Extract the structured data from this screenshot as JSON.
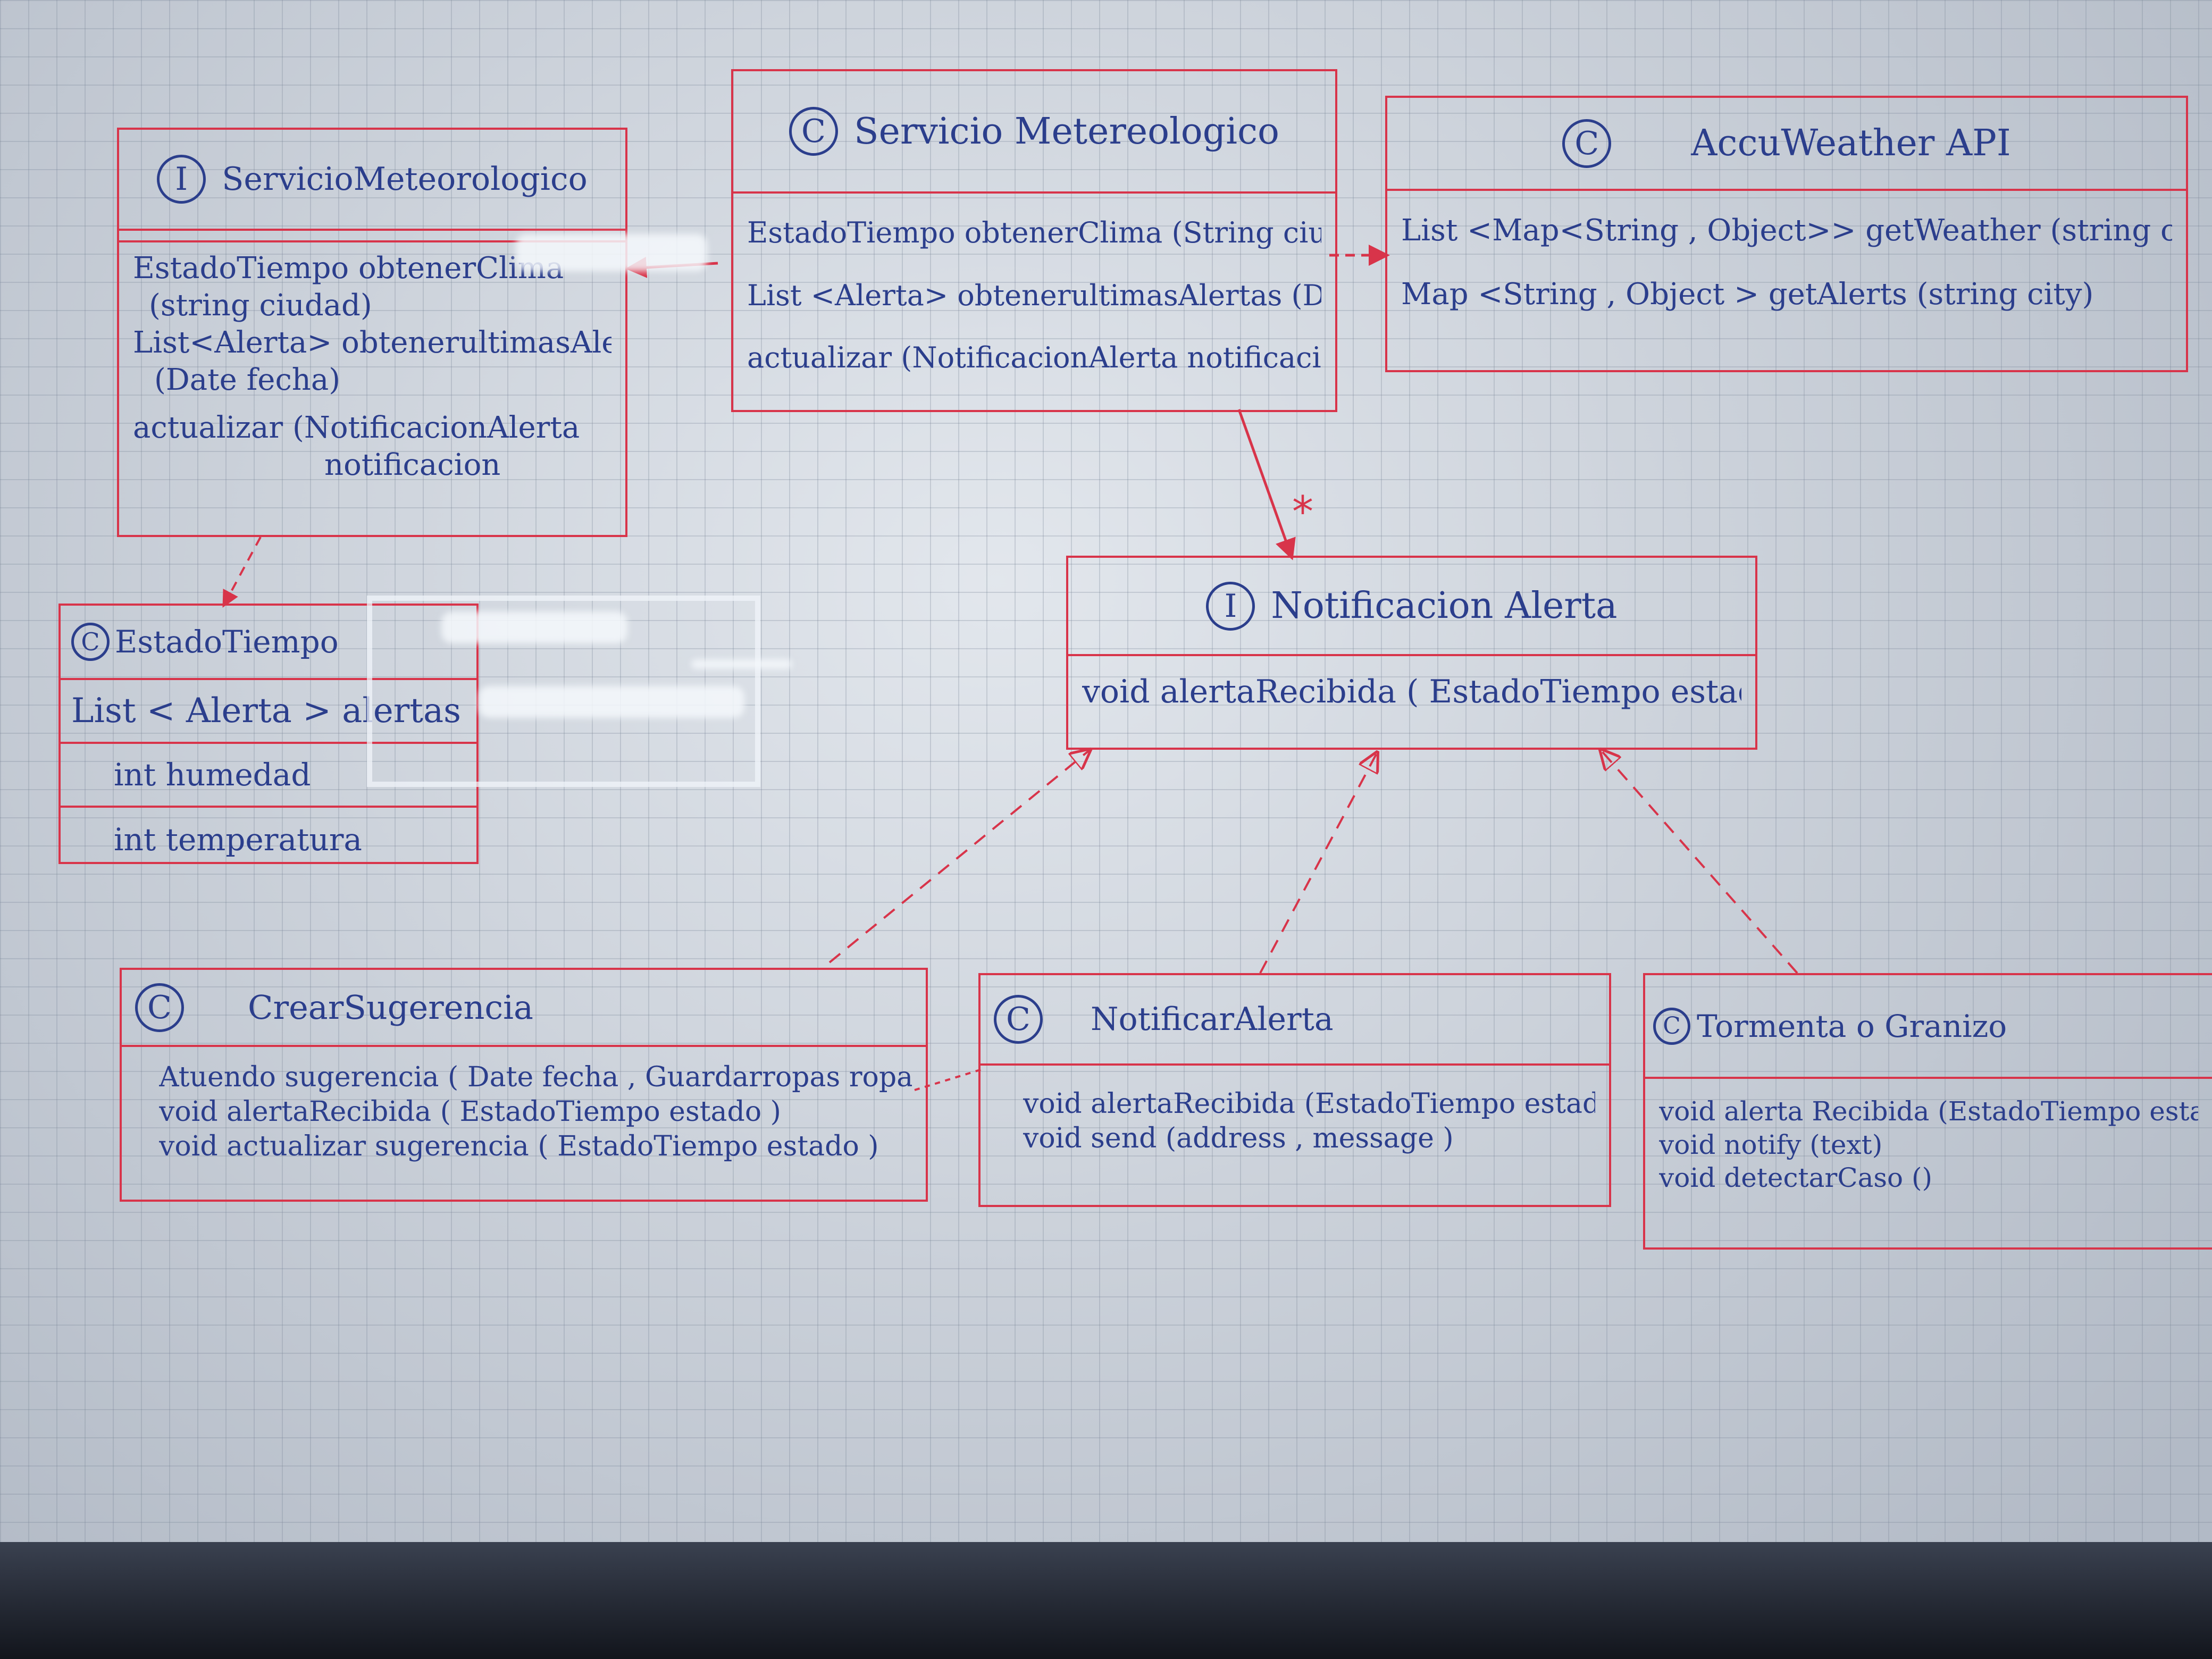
{
  "i_servicio": {
    "badge": "I",
    "title": "ServicioMeteorologico",
    "methods": [
      "EstadoTiempo obtenerClima",
      "(string ciudad)",
      "List<Alerta> obtenerultimasAlertas",
      "(Date fecha)",
      "actualizar (NotificacionAlerta",
      "notificacion"
    ]
  },
  "c_servicio": {
    "badge": "C",
    "title": "Servicio Metereologico",
    "methods": [
      "EstadoTiempo  obtenerClima (String ciudad)",
      "List <Alerta> obtenerultimasAlertas (Date fecha)",
      "actualizar (NotificacionAlerta  notificacion)"
    ]
  },
  "accuweather": {
    "badge": "C",
    "title": "AccuWeather API",
    "methods": [
      "List <Map<String , Object>> getWeather (string city)",
      "Map  <String , Object >  getAlerts  (string city)"
    ]
  },
  "estado_tiempo": {
    "badge": "C",
    "title": "EstadoTiempo",
    "attributes": [
      "List < Alerta > alertas",
      "int  humedad",
      "int  temperatura"
    ]
  },
  "notificacion_alerta": {
    "badge": "I",
    "title": "Notificacion Alerta",
    "methods": [
      "void  alertaRecibida ( EstadoTiempo  estado )"
    ]
  },
  "crear_sugerencia": {
    "badge": "C",
    "title": "CrearSugerencia",
    "methods": [
      "Atuendo  sugerencia ( Date fecha , Guardarropas ropa )",
      "void  alertaRecibida ( EstadoTiempo  estado )",
      "void  actualizar sugerencia ( EstadoTiempo  estado )"
    ]
  },
  "notificar_alerta": {
    "badge": "C",
    "title": "NotificarAlerta",
    "methods": [
      "void  alertaRecibida (EstadoTiempo estado)",
      "void  send (address , message )"
    ]
  },
  "tormenta": {
    "badge": "C",
    "title": "Tormenta o Granizo",
    "methods": [
      "void  alerta Recibida (EstadoTiempo estado)",
      "void  notify (text)",
      "void  detectarCaso ()"
    ]
  },
  "multiplicity": "*",
  "colors": {
    "ink": "#2b3e8c",
    "pen_red": "#d8344a",
    "paper": "#d3dae3"
  }
}
